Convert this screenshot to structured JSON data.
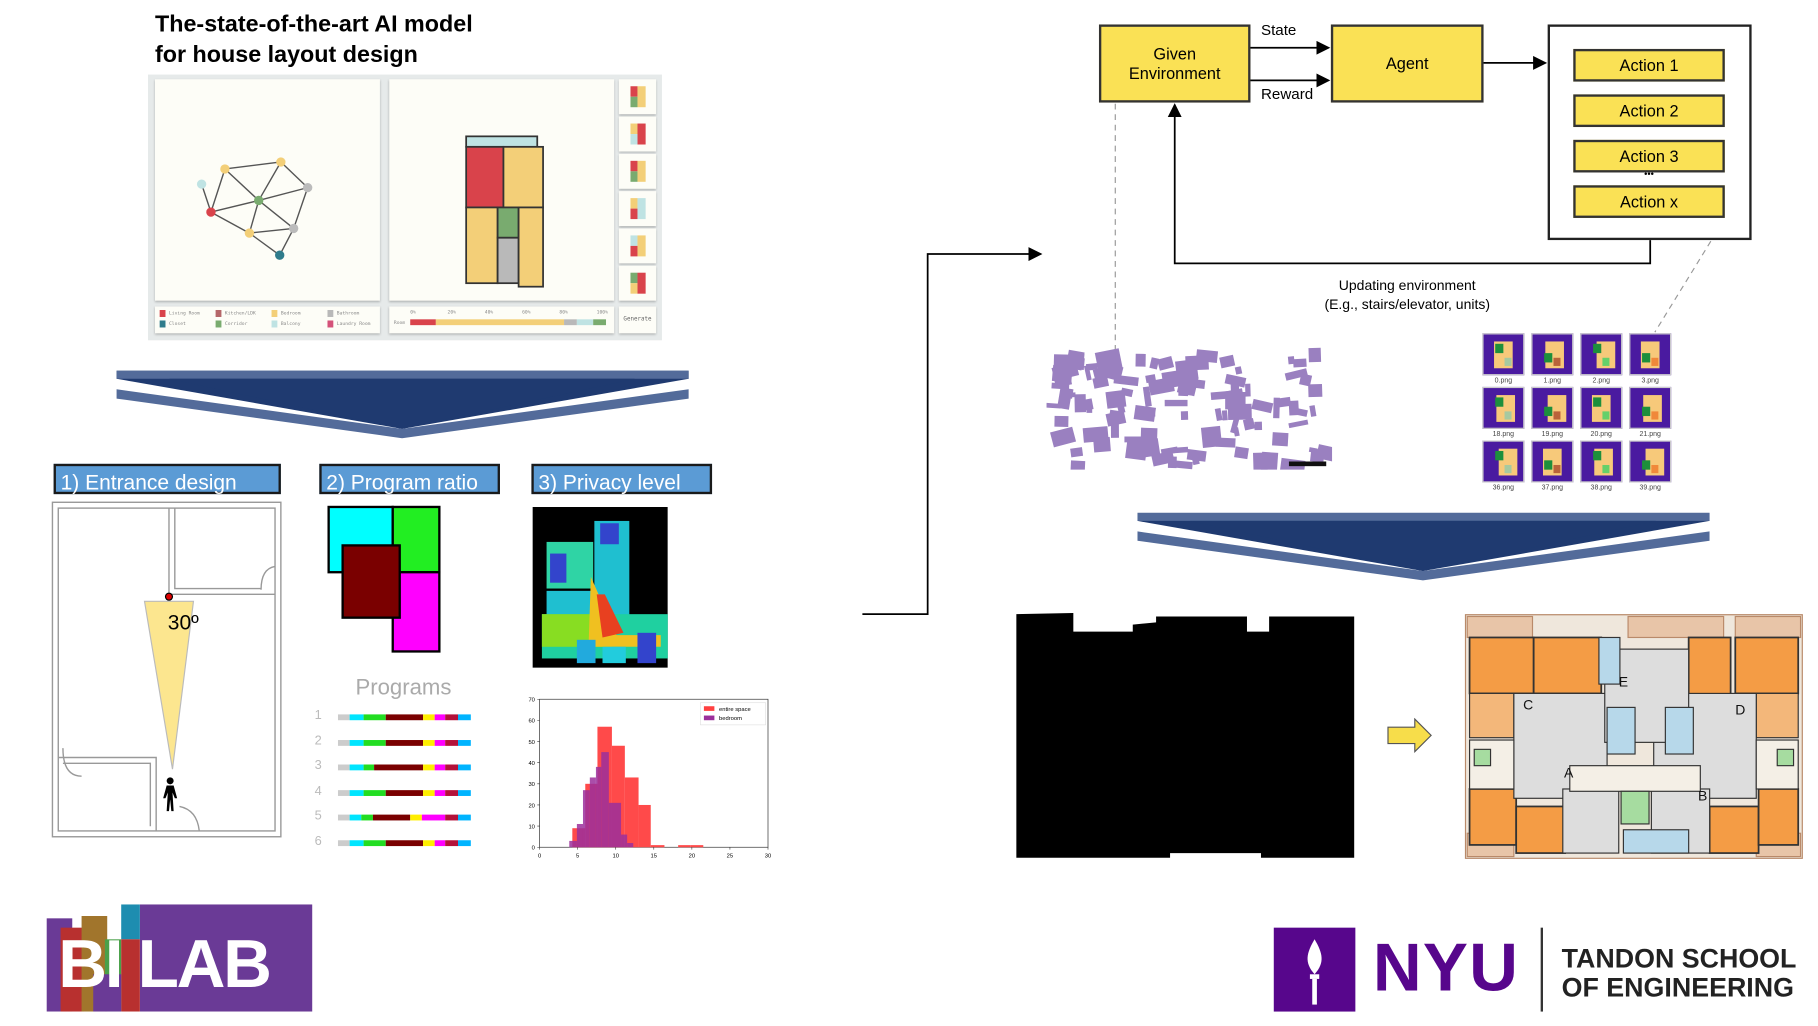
{
  "title": {
    "line1": "The-state-of-the-art AI model",
    "line2": "for house layout design"
  },
  "ui_screenshot": {
    "legend": [
      {
        "label": "Living Room",
        "color": "#d9434b"
      },
      {
        "label": "Kitchen/LDK",
        "color": "#b5676a"
      },
      {
        "label": "Bedroom",
        "color": "#f3cf78"
      },
      {
        "label": "Bathroom",
        "color": "#b9b9b9"
      },
      {
        "label": "Closet",
        "color": "#2f7c8c"
      },
      {
        "label": "Corridor",
        "color": "#79ab6f"
      },
      {
        "label": "Balcony",
        "color": "#bfe3e3"
      },
      {
        "label": "Laundry Room",
        "color": "#d4527a"
      }
    ],
    "ratio_ticks": [
      "0%",
      "20%",
      "40%",
      "60%",
      "80%",
      "100%"
    ],
    "ratio_row_label": "Room",
    "generate_label": "Generate"
  },
  "steps": {
    "entrance": "1) Entrance design",
    "program": "2) Program ratio",
    "privacy": "3) Privacy level"
  },
  "entrance": {
    "angle_label": "30º"
  },
  "programs": {
    "title": "Programs",
    "rows": [
      {
        "num": "1",
        "segments": [
          [
            "#ccc",
            1
          ],
          [
            "#00e5ff",
            1.2
          ],
          [
            "#22dd22",
            2
          ],
          [
            "#7a0000",
            3.2
          ],
          [
            "#ffee00",
            1
          ],
          [
            "#ff00ff",
            1
          ],
          [
            "#b3123a",
            1.1
          ],
          [
            "#00b4ff",
            1.1
          ]
        ]
      },
      {
        "num": "2",
        "segments": [
          [
            "#ccc",
            1
          ],
          [
            "#00e5ff",
            1.2
          ],
          [
            "#22dd22",
            2
          ],
          [
            "#7a0000",
            3.2
          ],
          [
            "#ffee00",
            1
          ],
          [
            "#ff00ff",
            1
          ],
          [
            "#b3123a",
            1.1
          ],
          [
            "#00b4ff",
            1.1
          ]
        ]
      },
      {
        "num": "3",
        "segments": [
          [
            "#ccc",
            1
          ],
          [
            "#00e5ff",
            1.2
          ],
          [
            "#22dd22",
            1
          ],
          [
            "#7a0000",
            4.2
          ],
          [
            "#ffee00",
            1
          ],
          [
            "#ff00ff",
            1
          ],
          [
            "#b3123a",
            1.1
          ],
          [
            "#00b4ff",
            1.1
          ]
        ]
      },
      {
        "num": "4",
        "segments": [
          [
            "#ccc",
            1
          ],
          [
            "#00e5ff",
            1.2
          ],
          [
            "#22dd22",
            2
          ],
          [
            "#7a0000",
            3.2
          ],
          [
            "#ffee00",
            1
          ],
          [
            "#ff00ff",
            1
          ],
          [
            "#b3123a",
            1.1
          ],
          [
            "#00b4ff",
            1.1
          ]
        ]
      },
      {
        "num": "5",
        "segments": [
          [
            "#ccc",
            1
          ],
          [
            "#00e5ff",
            1
          ],
          [
            "#22dd22",
            1
          ],
          [
            "#7a0000",
            3.2
          ],
          [
            "#ffee00",
            1
          ],
          [
            "#ff00ff",
            2
          ],
          [
            "#b3123a",
            1.1
          ],
          [
            "#00b4ff",
            1.1
          ]
        ]
      },
      {
        "num": "6",
        "segments": [
          [
            "#ccc",
            1
          ],
          [
            "#00e5ff",
            1.2
          ],
          [
            "#22dd22",
            2
          ],
          [
            "#7a0000",
            3.2
          ],
          [
            "#ffee00",
            1
          ],
          [
            "#ff00ff",
            1
          ],
          [
            "#b3123a",
            1.1
          ],
          [
            "#00b4ff",
            1.1
          ]
        ]
      }
    ]
  },
  "chart_data": {
    "type": "bar",
    "title": "",
    "xlabel": "",
    "ylabel": "",
    "xlim": [
      0,
      30
    ],
    "ylim": [
      0,
      70
    ],
    "xticks": [
      "0",
      "5",
      "10",
      "15",
      "20",
      "25",
      "30"
    ],
    "yticks": [
      "0",
      "10",
      "20",
      "30",
      "40",
      "50",
      "60",
      "70"
    ],
    "legend_position": "top-right",
    "series": [
      {
        "name": "entire space",
        "color": "#ff4040",
        "bins": [
          [
            4.3,
            6,
            9
          ],
          [
            6,
            7.6,
            30
          ],
          [
            7.6,
            9.5,
            57
          ],
          [
            9.5,
            11.2,
            48
          ],
          [
            11.2,
            13,
            33
          ],
          [
            13,
            14.6,
            20
          ],
          [
            14.6,
            16.4,
            1
          ],
          [
            18.2,
            19.8,
            1
          ],
          [
            19.8,
            21.5,
            1
          ]
        ]
      },
      {
        "name": "bedroom",
        "color": "#9b2f9b",
        "bins": [
          [
            3.9,
            4.9,
            3
          ],
          [
            4.9,
            5.7,
            11
          ],
          [
            5.7,
            6.6,
            27
          ],
          [
            6.6,
            7.4,
            33
          ],
          [
            7.4,
            8.1,
            38
          ],
          [
            8.1,
            9.1,
            45
          ],
          [
            9.1,
            10.7,
            21
          ],
          [
            10.7,
            11.5,
            6
          ],
          [
            11.5,
            12.3,
            2
          ]
        ]
      }
    ]
  },
  "rl": {
    "environment": "Given Environment",
    "agent": "Agent",
    "state": "State",
    "reward": "Reward",
    "actions": [
      "Action 1",
      "Action 2",
      "Action 3",
      "Action x"
    ],
    "ellipsis": "•••",
    "update_line1": "Updating environment",
    "update_line2": "(E.g., stairs/elevator, units)"
  },
  "thumbnails": [
    "0.png",
    "1.png",
    "2.png",
    "3.png",
    "18.png",
    "19.png",
    "20.png",
    "21.png",
    "36.png",
    "37.png",
    "38.png",
    "39.png"
  ],
  "floorplan_units": [
    "A",
    "B",
    "C",
    "D",
    "E"
  ],
  "logos": {
    "bilab": "BI LAB",
    "nyu": "NYU",
    "tandon1": "TANDON SCHOOL",
    "tandon2": "OF ENGINEERING"
  }
}
